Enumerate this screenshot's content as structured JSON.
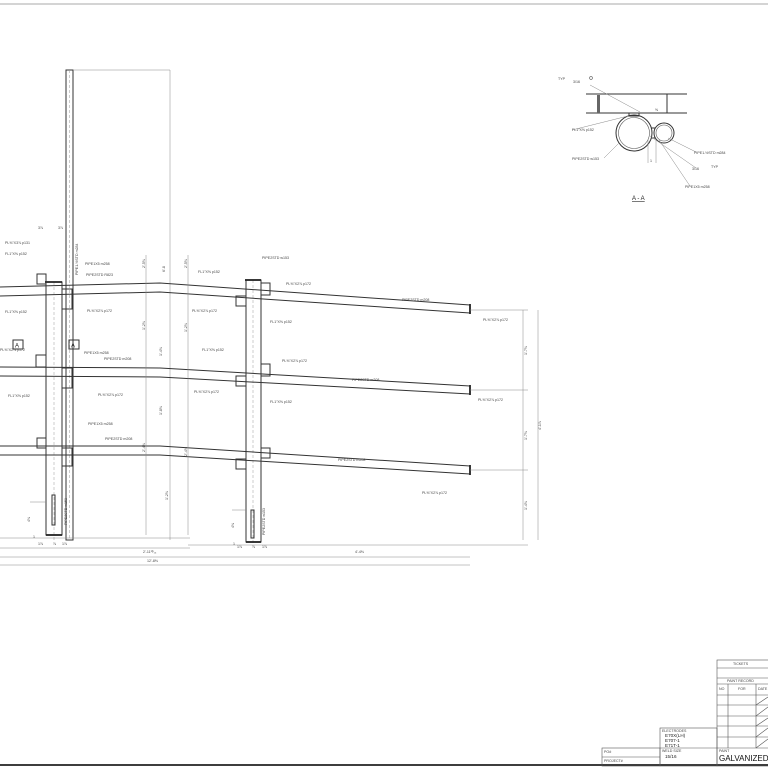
{
  "elevation": {
    "left_post": {
      "tall_pipe": "PIPE1-½STD m284",
      "post_pipe": "PIPE2STD w153",
      "labels": {
        "dim_a": "3⅞",
        "dim_b": "3⅞",
        "pl_top": "PL⅝\"X3⅞ p131",
        "fl_top": "FL1\"X⅝ p152",
        "pipe1x5_top": "PIPE1X5 m258",
        "rail_top": "PIPE2STD R823",
        "pl_r1": "PL⅝\"X2⅞ p172",
        "fl_r1": "FL1\"X⅝ p152",
        "section_a1": "A",
        "section_a2": "A",
        "pl_mid_left": "PL⅝\"X2⅞ p172",
        "pipe1x5_mid": "PIPE1X5 m258",
        "rail_mid": "PIPE2STD m208",
        "pl_r2": "PL⅝\"X2⅞ p172",
        "fl_r2": "FL1\"X⅝ p152",
        "pipe1x5_bot": "PIPE1X5 m258",
        "rail_bot": "PIPE2STD m208"
      }
    },
    "right_post": {
      "post_pipe": "PIPE2STD w153",
      "labels": {
        "pipe_top": "PIPE2STD w153",
        "fl_1": "FL1\"X⅝ p152",
        "pl_1": "PL⅝\"X2⅞ p172",
        "pl_2": "PL⅝\"X2⅞ p172",
        "fl_2": "FL1\"X⅝ p152",
        "fl_3": "FL1\"X⅝ p152",
        "pl_3": "PL⅝\"X2⅞ p172",
        "pl_4": "PL⅝\"X2⅞ p172",
        "fl_4": "FL1\"X⅝ p152"
      }
    },
    "rails": [
      {
        "label": "PIPE2STD m208",
        "end_plate": "PL⅝\"X2⅞ p172"
      },
      {
        "label": "PIPE2STD m208",
        "end_plate": "PL⅝\"X2⅞ p172"
      },
      {
        "label": "PIPE2STD m208",
        "end_plate": "PL⅝\"X2⅞ p172"
      }
    ],
    "dimensions": {
      "v1": "2'-5⅜",
      "v2": "6'-8",
      "v3": "2'-5⅜",
      "v4": "1'-2⅜",
      "v5": "1'-4⅜",
      "v6": "1'-2⅜",
      "v7": "1'-8⅜",
      "v8": "2'-4⅜",
      "v9": "2'-4⅜",
      "v10": "1'-2⅜",
      "r1": "1'-7⅜",
      "r2": "1'-7⅜",
      "r3": "4'-1⅞",
      "r4": "1'-4⅜",
      "base_left": "4⅜",
      "base_right": "4⅜",
      "one_left": "1",
      "one_right": "1",
      "s1": "1⅞",
      "s2": "1⅞",
      "s3": "⅞",
      "s4": "1⅞",
      "s5": "1⅞",
      "s6": "⅞",
      "h1": "2'-11¹³⁄₁₆",
      "h2": "12'-8⅜",
      "h3": "4'-4⅜"
    }
  },
  "section": {
    "title": "A - A",
    "typ_top": "TYP",
    "typ_bottom": "TYP",
    "weld_top": "3/16",
    "weld_bottom": "3/16",
    "fl": "FL1\"X⅝ p152",
    "pipe_big": "PIPE2STD w153",
    "pipe_small": "PIPE1-½STD m284",
    "pipe1x5": "PIPE1X5 m258",
    "dim_small": "⅝",
    "dim_one": "1"
  },
  "title_block": {
    "tickets": "TICKETS",
    "paint_record": "PAINT RECORD",
    "col_no": "NO",
    "col_for": "FOR",
    "col_date": "DATE",
    "electrodes_label": "ELECTRODES",
    "electrodes": [
      "E70X(LH)",
      "E707-1",
      "E71T-1"
    ],
    "weld_size_label": "WELD SIZE",
    "weld_size": "15/16",
    "paint_label": "PAINT",
    "paint": "GALVANIZED",
    "po_label": "PO#",
    "project_label": "PROJECT#"
  }
}
